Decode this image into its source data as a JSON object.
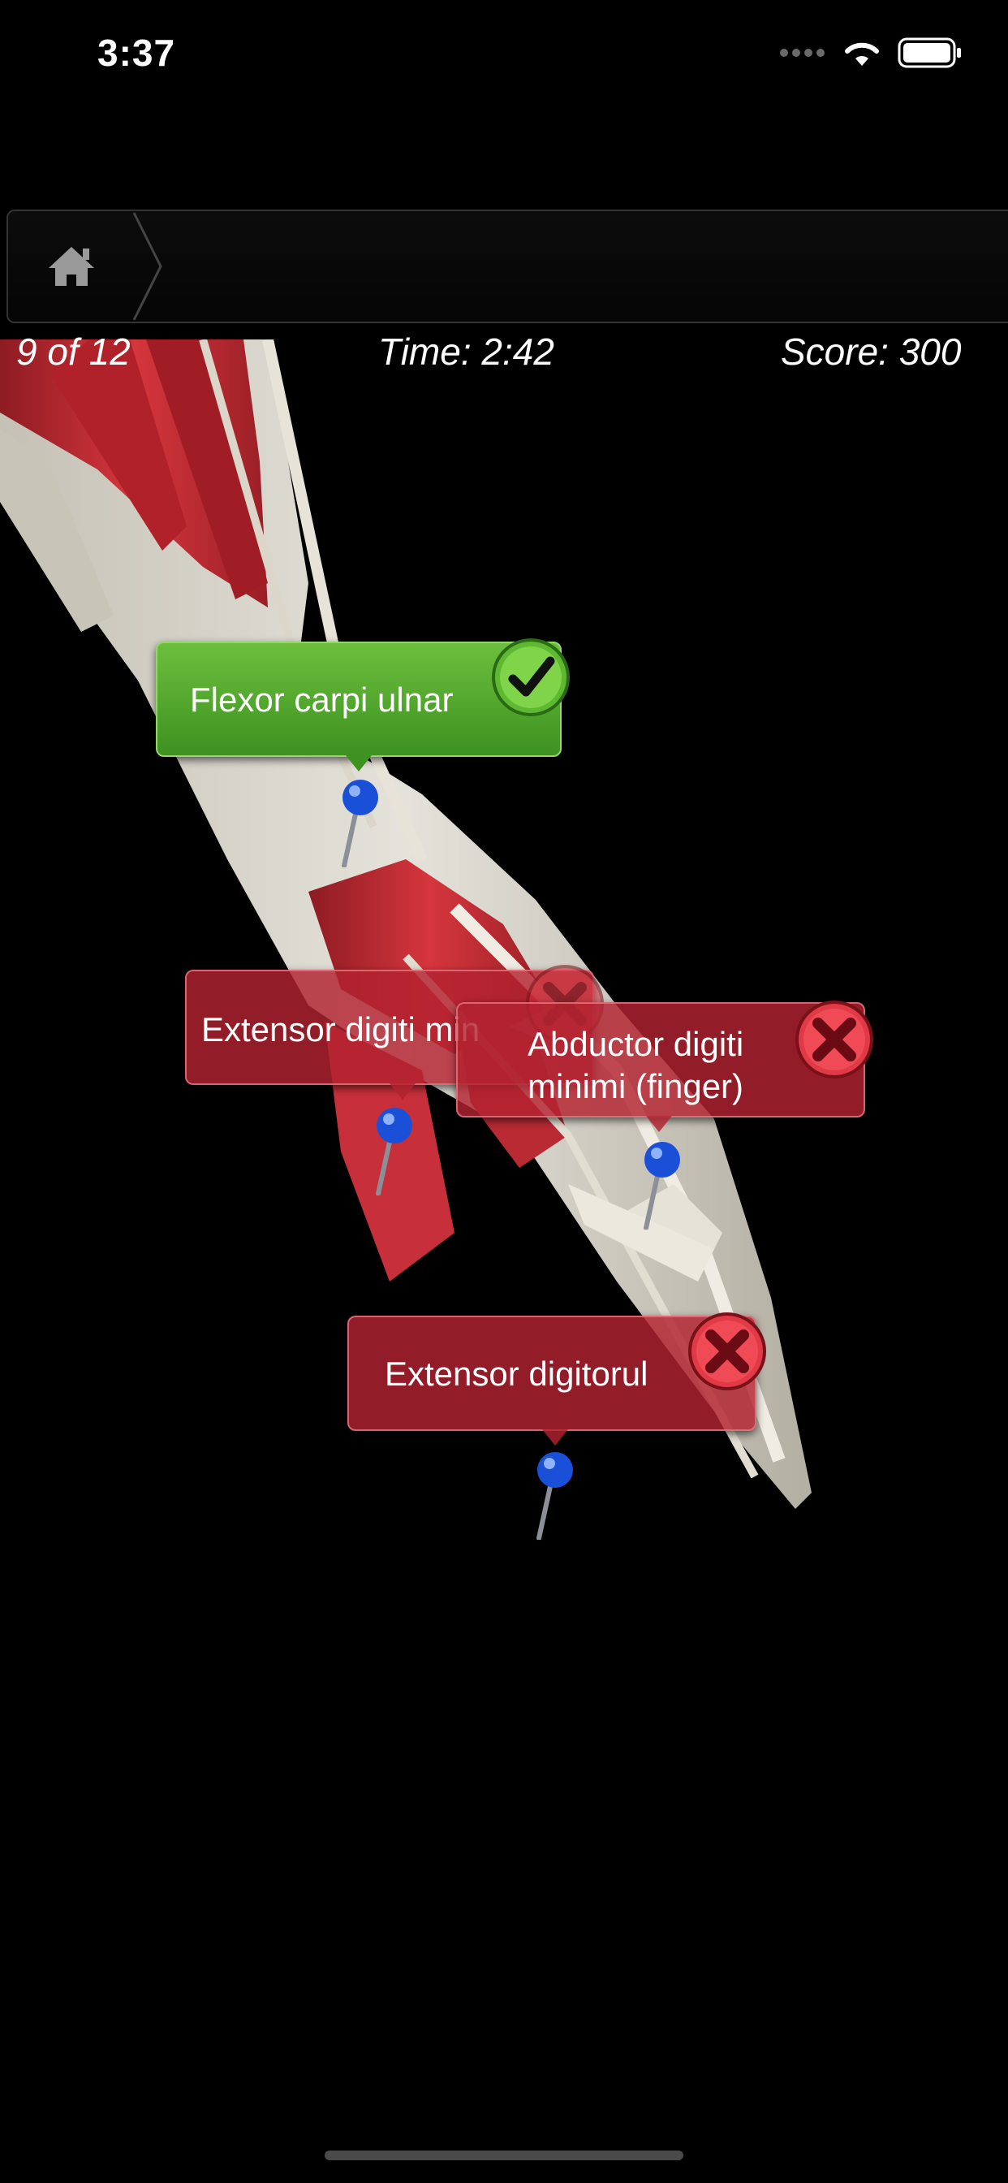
{
  "status": {
    "time": "3:37"
  },
  "quiz": {
    "progress": "9 of 12",
    "time": "Time: 2:42",
    "score": "Score: 300"
  },
  "labels": [
    {
      "text": "Flexor carpi ulnar",
      "state": "correct"
    },
    {
      "text": "Extensor digiti min",
      "state": "wrong"
    },
    {
      "text": "Abductor digiti\nminimi (finger)",
      "state": "wrong"
    },
    {
      "text": "Extensor digitorul",
      "state": "wrong"
    }
  ],
  "colors": {
    "correct": "#4aa52a",
    "wrong": "#b22230",
    "pin": "#1a4fd8",
    "muscle": "#c0262e",
    "bone": "#e9e6dc"
  },
  "icons": {
    "home": "home-icon",
    "check": "checkmark-icon",
    "cross": "x-icon",
    "pin": "pin-icon"
  }
}
